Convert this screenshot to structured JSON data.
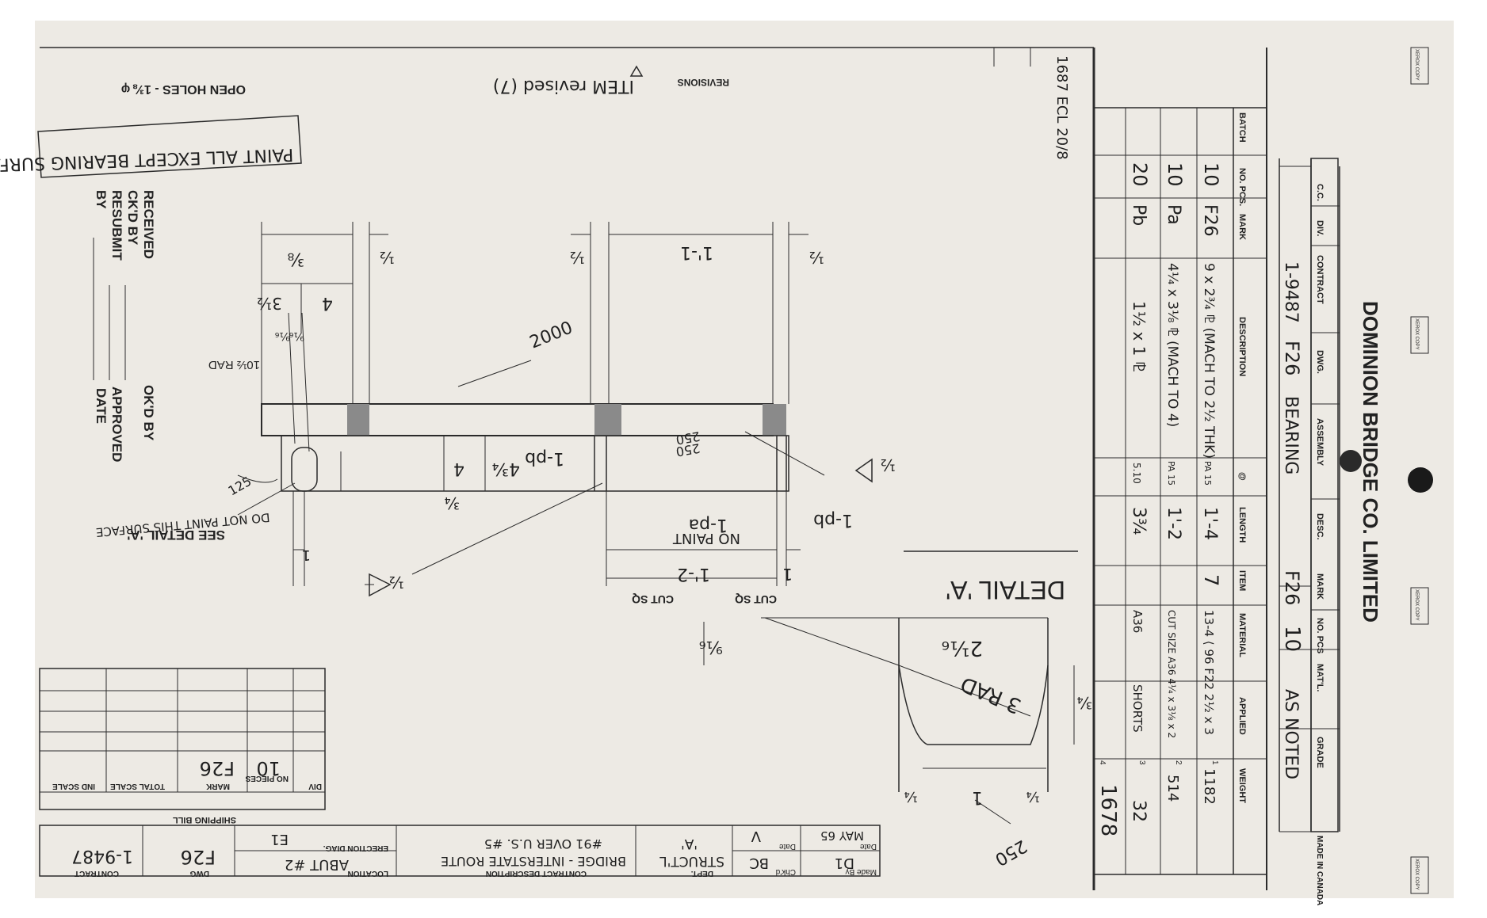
{
  "title_block": {
    "company": "DOMINION BRIDGE CO. LIMITED",
    "made_in": "MADE IN CANADA",
    "headers": [
      "C.C.",
      "DIV.",
      "CONTRACT",
      "DWG.",
      "ASSEMBLY",
      "DESC.",
      "MARK",
      "NO. PCS",
      "MAT'L.",
      "GRADE"
    ],
    "contract": "1-9487",
    "dwg": "F26",
    "assembly_desc": "BEARING",
    "mark": "F26",
    "no_pcs": "10",
    "matl": "AS NOTED"
  },
  "bill_of_materials": {
    "headers": [
      "BATCH",
      "NO. PCS.",
      "MARK",
      "DESCRIPTION",
      "@",
      "LENGTH",
      "ITEM",
      "MATERIAL",
      "APPLIED",
      "WEIGHT"
    ],
    "rows": [
      {
        "no": "10",
        "mark": "F26",
        "desc": "9 x 2¾ ⅊ (MACH TO 2½ THK)",
        "at": "PA 15",
        "length": "1'-4",
        "item": "7",
        "material": "13-4 ⟨ 96 F22 2½ x 3",
        "applied": "",
        "weight": "1182"
      },
      {
        "no": "10",
        "mark": "Pa",
        "desc": "4¼ x 3⅛ ⅊ (MACH TO 4)",
        "at": "PA 15",
        "length": "1'-2",
        "item": "",
        "material": "CUT SIZE A36 4¼ x 3⅛ x 2",
        "applied": "",
        "weight": "514"
      },
      {
        "no": "20",
        "mark": "Pb",
        "desc": "1½ x 1 ⅊",
        "at": "5.10",
        "length": "3¾",
        "item": "",
        "material": "A36",
        "applied": "SHORTS",
        "weight": "32"
      }
    ],
    "total": "1678",
    "row_numbers": [
      "4",
      "3",
      "2",
      "1"
    ]
  },
  "revisions": {
    "label": "REVISIONS",
    "note": "ITEM revised (7)"
  },
  "notes": {
    "open_holes": "OPEN HOLES - 1⅜ φ",
    "paint": "PAINT ALL EXCEPT BEARING SURFACES",
    "side_note": "1687 ECL 20/8"
  },
  "approval": {
    "received": "RECEIVED",
    "ckd_by": "CK'D BY",
    "resubmit": "RESUBMIT",
    "by": "BY",
    "okd_by": "OK'D BY",
    "approved": "APPROVED",
    "date": "DATE"
  },
  "detail_a": {
    "title": "DETAIL 'A'",
    "dims": [
      "2¹⁄₁₆",
      "3 RAD",
      "¾",
      "⁹⁄₁₆",
      "¼",
      "1",
      "¼",
      "250"
    ]
  },
  "main_view": {
    "dims": [
      "⅜",
      "½",
      "3½",
      "4",
      "⁹⁄₁₆",
      "⁹⁄₁₆",
      "½",
      "1'-1",
      "½",
      "10½ RAD",
      "2000",
      "250",
      "250",
      "4",
      "4¾",
      "¾",
      "1'-2",
      "1",
      "CUT SQ",
      "CUT SQ",
      "125",
      "½",
      "½",
      "1"
    ],
    "labels": [
      "1-pb",
      "1-pb",
      "1-pa",
      "NO PAINT",
      "SEE DETAIL 'A'",
      "DO NOT PAINT THIS SURFACE"
    ]
  },
  "shipping_bill": {
    "label": "SHIPPING BILL",
    "headers": [
      "DIV",
      "NO PIECES",
      "MARK",
      "TOTAL SCALE",
      "IND SCALE"
    ],
    "pieces": "10",
    "mark": "F26"
  },
  "footer": {
    "made_by_label": "Made By",
    "made_by": "D1",
    "date_label": "Date",
    "date": "MAY 65",
    "chkd_label": "Chk'd",
    "chkd": "BC",
    "date2_label": "Date",
    "date2": "V",
    "dept_label": "DEPT.",
    "dept": "STRUCT'L",
    "dept_sub": "'A'",
    "contract_desc_label": "CONTRACT DESCRIPTION",
    "contract_desc": "BRIDGE - INTERSTATE ROUTE",
    "contract_desc2": "#91 OVER U.S. #5",
    "location_label": "LOCATION",
    "location": "ABUT #2",
    "erection_label": "ERECTION DIAG.",
    "erection": "E1",
    "dwg_label": "DWG",
    "dwg": "F26",
    "contract_label": "CONTRACT",
    "contract": "1-9487"
  },
  "stamps": [
    "XEROX COPY",
    "XEROX COPY",
    "XEROX COPY",
    "XEROX COPY"
  ]
}
